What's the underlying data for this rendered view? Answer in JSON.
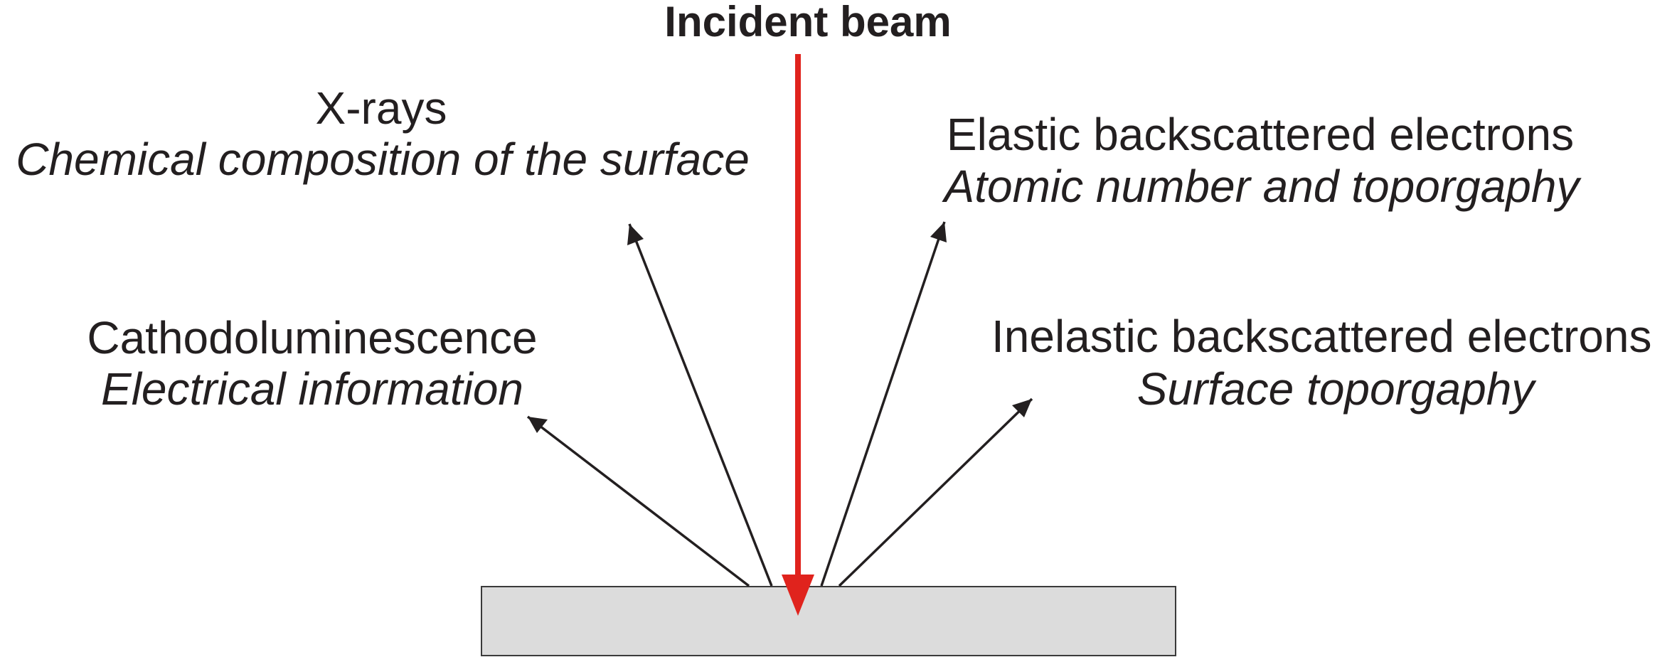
{
  "title": "Incident beam",
  "signals": [
    {
      "name": "X-rays",
      "info": "Chemical composition of the surface"
    },
    {
      "name": "Cathodoluminescence",
      "info": "Electrical information"
    },
    {
      "name": "Elastic backscattered electrons",
      "info": "Atomic number and toporgaphy"
    },
    {
      "name": "Inelastic backscattered electrons",
      "info": "Surface toporgaphy"
    }
  ],
  "colors": {
    "beam": "#e0231d",
    "arrows": "#231f20",
    "sample_fill": "#dcdcdc",
    "sample_stroke": "#3a3a3a",
    "text": "#231f20"
  }
}
